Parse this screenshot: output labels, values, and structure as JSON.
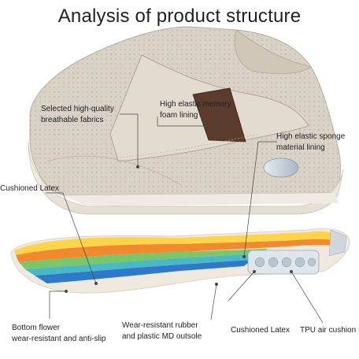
{
  "title": "Analysis of product structure",
  "labels": {
    "selected_fabrics": {
      "line1": "Selected high-quality",
      "line2": "breathable fabrics"
    },
    "memory_foam": {
      "line1": "High elastic memory",
      "line2": "foam lining"
    },
    "sponge": {
      "line1": "High elastic sponge",
      "line2": "material lining"
    },
    "cushioned_latex_top": "Cushioned Latex",
    "bottom_flower": {
      "line1": "Bottom flower",
      "line2": "wear-resistant and anti-slip"
    },
    "outsole": {
      "line1": "Wear-resistant rubber",
      "line2": "and plastic MD outsole"
    },
    "cushioned_latex_bottom": "Cushioned Latex",
    "tpu": "TPU air cushion"
  },
  "colors": {
    "upper_mesh": "#d9d3c7",
    "sole": "#f3efe8",
    "pull_tab": "#5a3b2c",
    "air_cushion": "#c9d2da",
    "insole_orange": "#f08a2e",
    "insole_blue": "#2f79c9",
    "insole_green": "#7ac66a",
    "insole_yellow": "#ffd44a"
  }
}
